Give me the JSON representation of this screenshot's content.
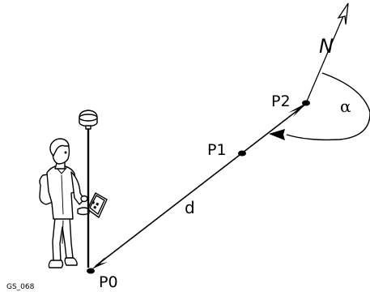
{
  "points": {
    "p0": "P0",
    "p1": "P1",
    "p2": "P2"
  },
  "distance_label": "d",
  "north_label": "N",
  "angle_label": "α",
  "figure_code": "GS_068",
  "colors": {
    "line": "#000000",
    "background": "#ffffff"
  },
  "icons": {
    "surveyor": "person-with-gnss-pole-icon",
    "north_arrow": "north-arrow-icon"
  }
}
